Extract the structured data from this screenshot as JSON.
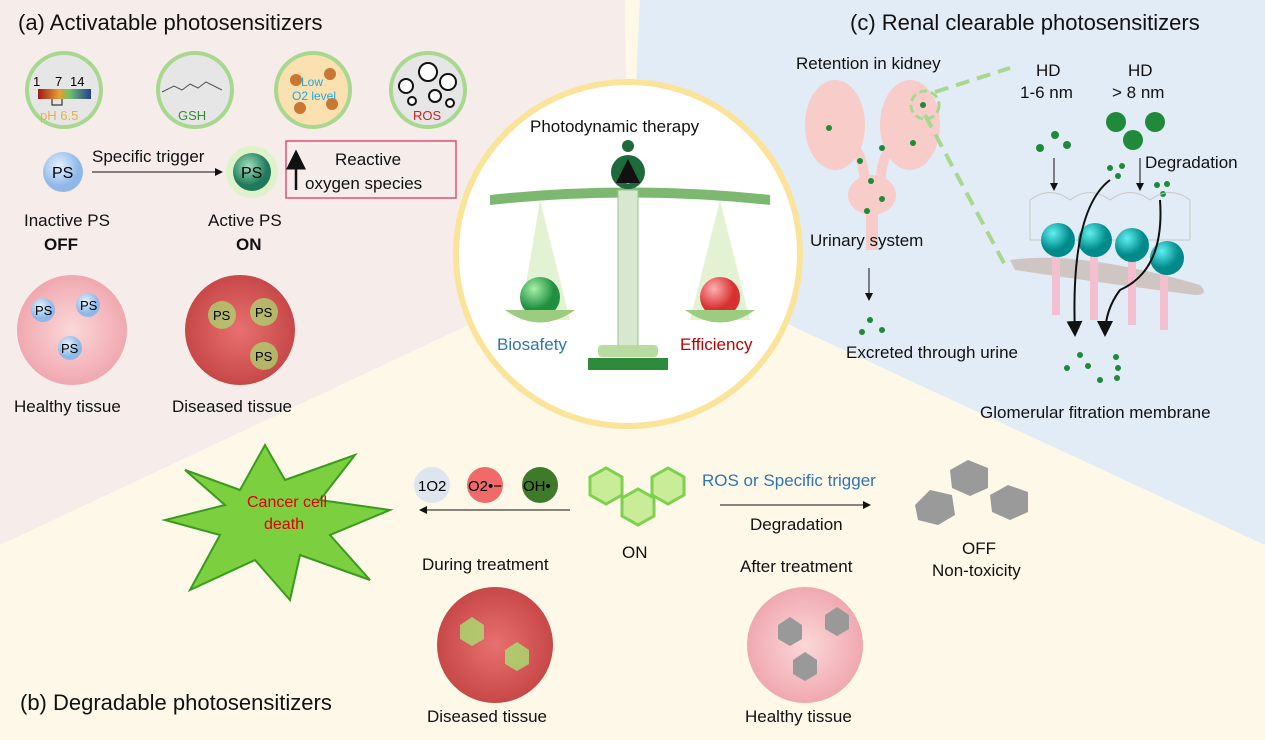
{
  "colors": {
    "panel_a_bg": "#f6ecea",
    "panel_c_bg": "#e2ecf6",
    "panel_b_bg": "#fdf8e7",
    "center_border": "#fbe49a",
    "green": "#2e8b3c",
    "red_text": "#c00000",
    "blue_text": "#2e75b6"
  },
  "panel_a": {
    "title": "(a) Activatable photosensitizers",
    "ph_scale": {
      "ticks": [
        "1",
        "7",
        "14"
      ],
      "label": "pH 6.5"
    },
    "gsh_label": "GSH",
    "hypoxia_label_1": "Low",
    "hypoxia_label_2": "O2 level",
    "ros_label": "ROS",
    "trigger_label": "Specific trigger",
    "ps_label": "PS",
    "inactive_label": "Inactive PS",
    "off_label": "OFF",
    "active_label": "Active PS",
    "on_label": "ON",
    "ros_box_1": "Reactive",
    "ros_box_2": "oxygen species",
    "healthy_label": "Healthy tissue",
    "diseased_label": "Diseased tissue"
  },
  "center": {
    "title": "Photodynamic therapy",
    "left_label": "Biosafety",
    "right_label": "Efficiency"
  },
  "panel_c": {
    "title": "(c) Renal clearable photosensitizers",
    "retention_label": "Retention in kidney",
    "hd_small_1": "HD",
    "hd_small_2": "1-6 nm",
    "hd_large_1": "HD",
    "hd_large_2": "> 8 nm",
    "degradation_label": "Degradation",
    "urinary_label": "Urinary system",
    "excreted_label": "Excreted through urine",
    "membrane_label": "Glomerular fitration membrane"
  },
  "panel_b": {
    "title": "(b) Degradable photosensitizers",
    "cancer_1": "Cancer cell",
    "cancer_2": "death",
    "species": [
      "1O2",
      "O2•−",
      "OH•"
    ],
    "on_label": "ON",
    "during_label": "During treatment",
    "trigger_label": "ROS or Specific trigger",
    "degradation_label": "Degradation",
    "off_label": "OFF",
    "nontox_label": "Non-toxicity",
    "after_label": "After treatment",
    "diseased_label": "Diseased tissue",
    "healthy_label": "Healthy tissue"
  }
}
